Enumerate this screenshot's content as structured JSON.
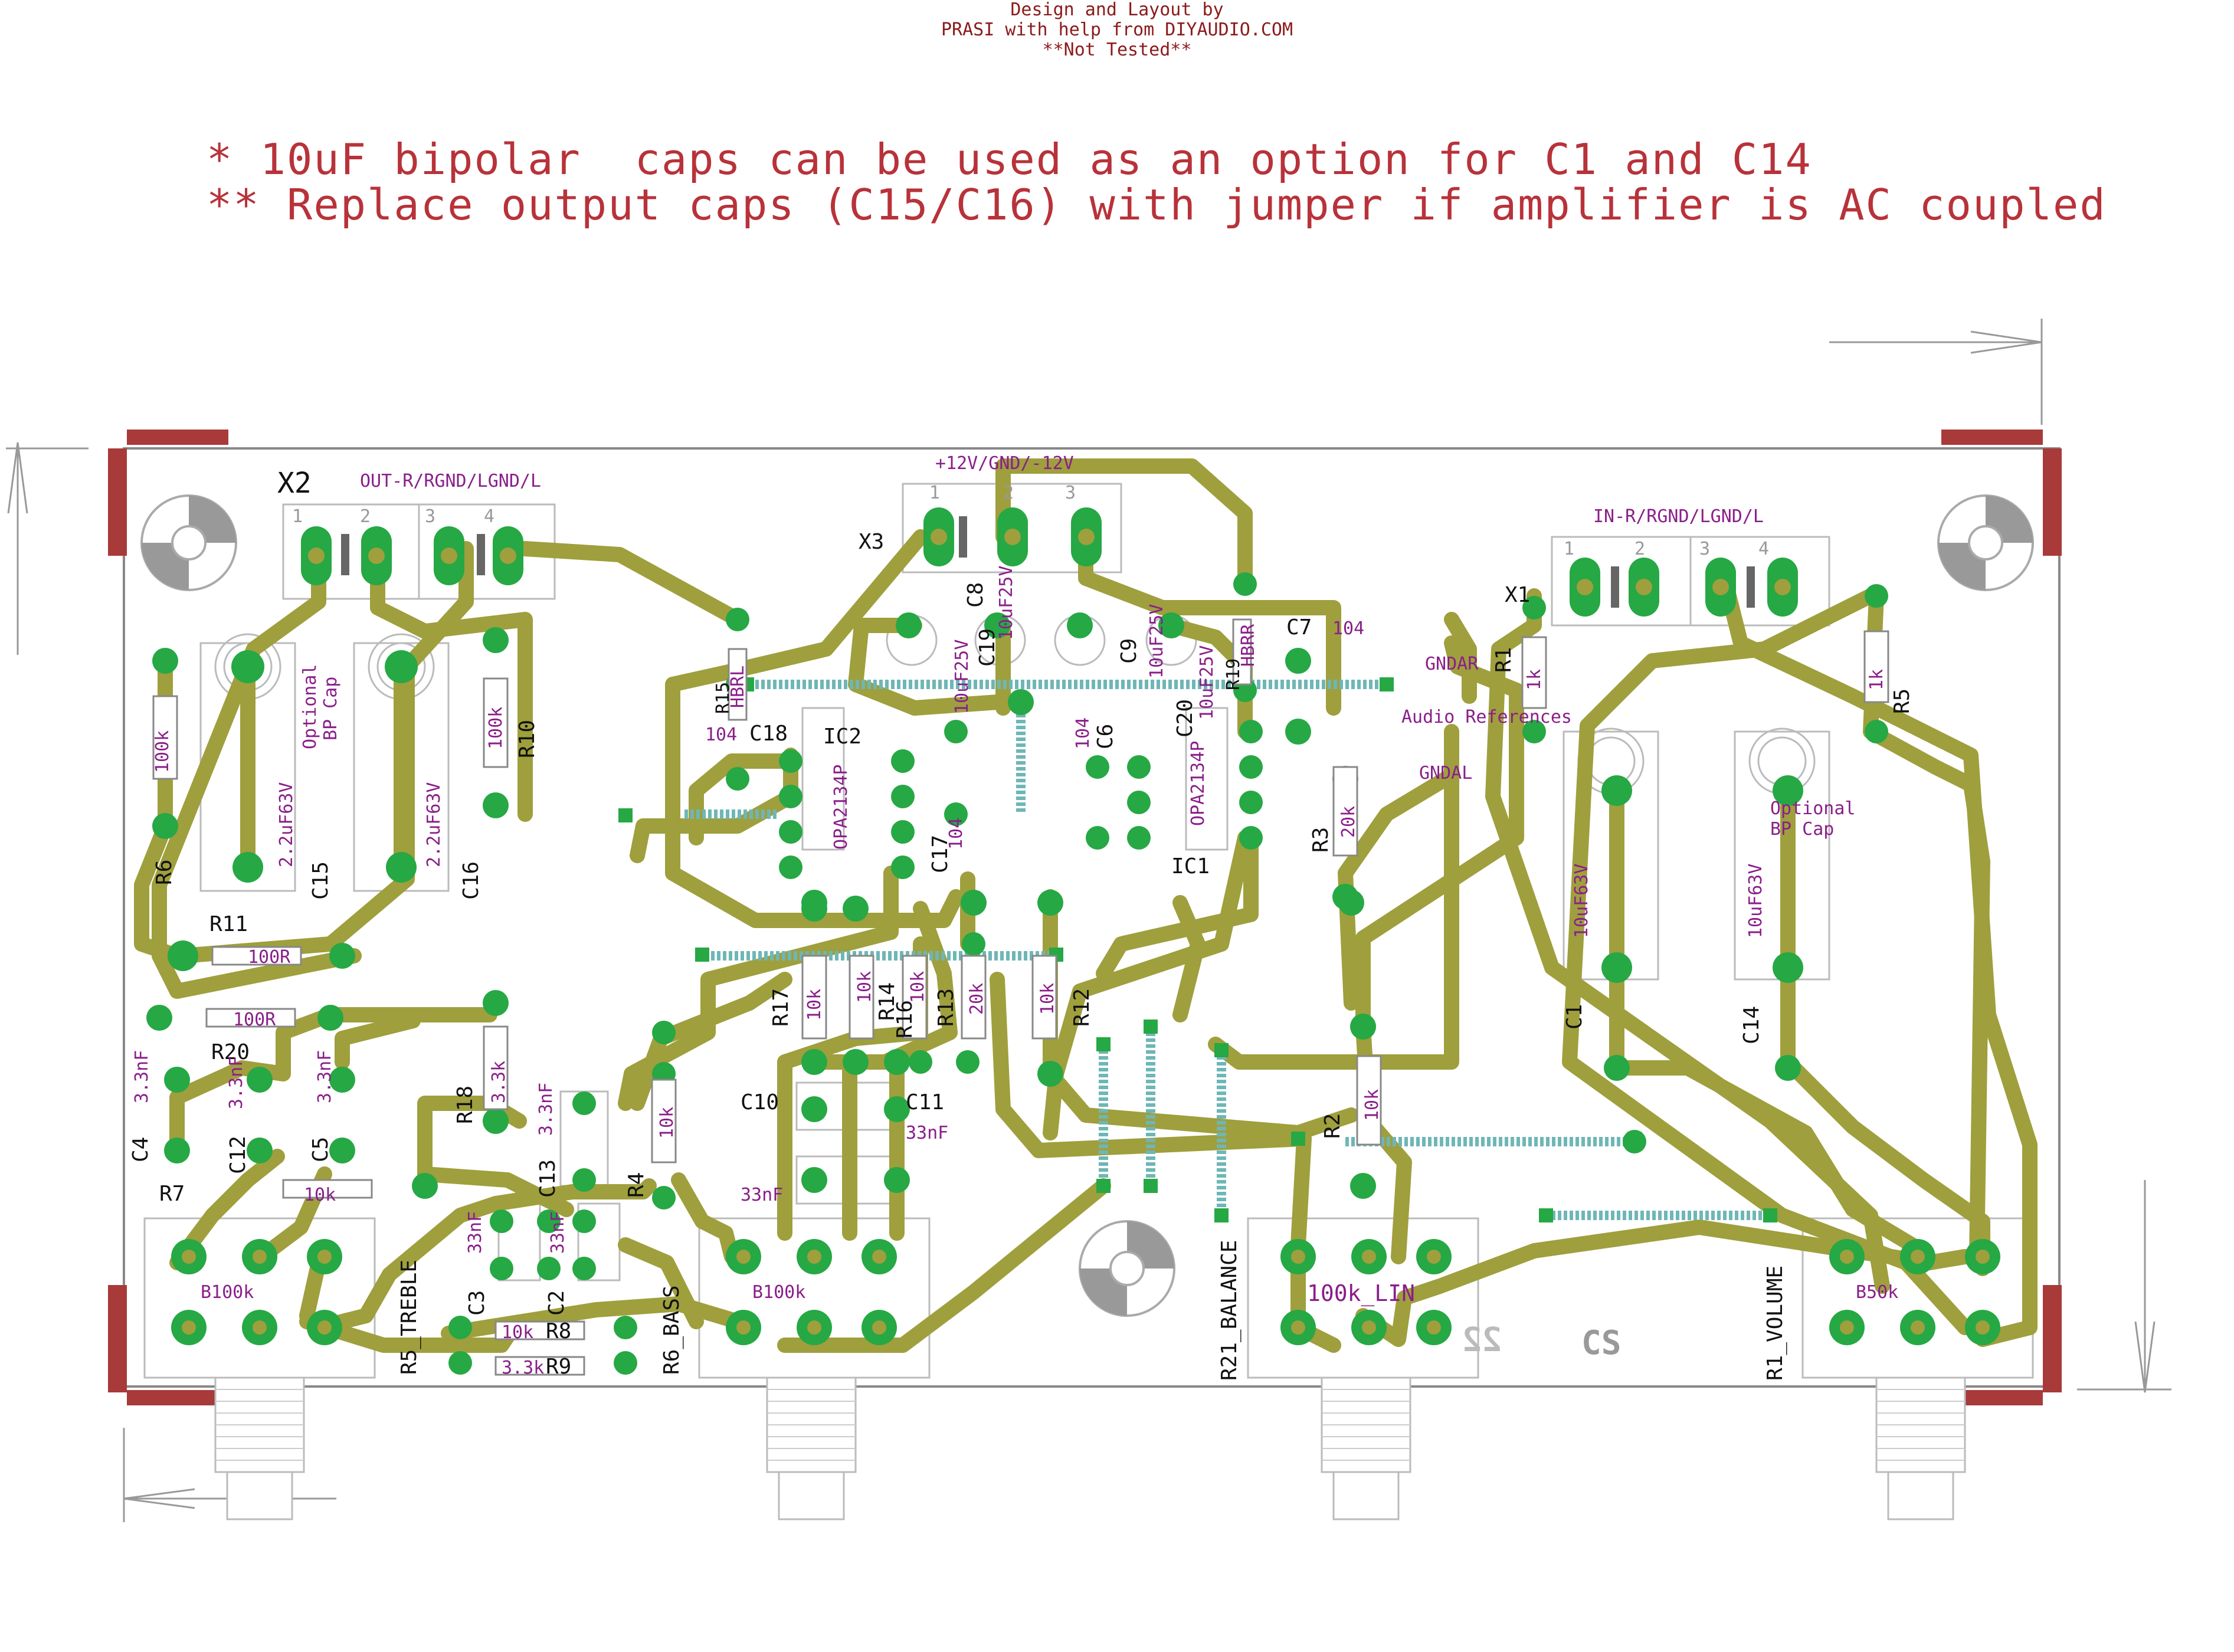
{
  "header": {
    "line1": "Design and Layout by",
    "line2": "PRASI with help from DIYAUDIO.COM",
    "line3": "**Not Tested**"
  },
  "notes": {
    "note1": "* 10uF bipolar  caps can be used as an option for C1 and C14",
    "note2": "** Replace output caps (C15/C16) with jumper if amplifier is AC coupled"
  },
  "connectors": {
    "x2_name": "X2",
    "x2_label": "OUT-R/RGND/LGND/L",
    "x3_name": "X3",
    "x3_label": "+12V/GND/-12V",
    "x1_name": "X1",
    "x1_label": "IN-R/RGND/LGND/L",
    "pin1": "1",
    "pin2": "2",
    "pin3": "3",
    "pin4": "4"
  },
  "chips": {
    "ic1": "IC1",
    "ic1_part": "OPA2134P",
    "ic2": "IC2",
    "ic2_part": "OPA2134P"
  },
  "refs": {
    "R1": "R1",
    "R2": "R2",
    "R3": "R3",
    "R4": "R4",
    "R5": "R5",
    "R6": "R6",
    "R7": "R7",
    "R8": "R8",
    "R9": "R9",
    "R10": "R10",
    "R11": "R11",
    "R12": "R12",
    "R13": "R13",
    "R14": "R14",
    "R15": "R15",
    "R16": "R16",
    "R17": "R17",
    "R18": "R18",
    "R19": "R19",
    "R20": "R20",
    "C1": "C1",
    "C2": "C2",
    "C3": "C3",
    "C4": "C4",
    "C5": "C5",
    "C6": "C6",
    "C7": "C7",
    "C8": "C8",
    "C9": "C9",
    "C10": "C10",
    "C11": "C11",
    "C12": "C12",
    "C13": "C13",
    "C14": "C14",
    "C15": "C15",
    "C16": "C16",
    "C17": "C17",
    "C18": "C18",
    "C19": "C19",
    "C20": "C20"
  },
  "values": {
    "v1k": "1k",
    "v10k": "10k",
    "v20k": "20k",
    "v100k": "100k",
    "v100R": "100R",
    "v3k3": "3.3k",
    "v10uF25V": "10uF25V",
    "v10uF63V": "10uF63V",
    "v2u2F63V": "2.2uF63V",
    "v3n3F": "3.3nF",
    "v33nF": "33nF",
    "v104": "104",
    "hbrl": "HBRL",
    "hbrr": "HBRR",
    "optional": "Optional",
    "bp_cap": "BP Cap",
    "b100k": "B100k",
    "b50k": "B50k",
    "lin100k": "100k_LIN"
  },
  "pots": {
    "treble": "R5_TREBLE",
    "bass": "R6_BASS",
    "balance": "R21_BALANCE",
    "volume": "R1_VOLUME"
  },
  "net_labels": {
    "gndar": "GNDAR",
    "gndal": "GNDAL",
    "audio_ref": "Audio References"
  },
  "board_mark": "CS",
  "board_mark_mirror": "22",
  "colors": {
    "trace": "#9f9f3d",
    "pad": "#26a844",
    "silk_text": "#111111",
    "value_text": "#8a1e8a",
    "red_text": "#b8323a",
    "bumper": "#a83a3a",
    "via_wire": "#6fb6b6"
  }
}
